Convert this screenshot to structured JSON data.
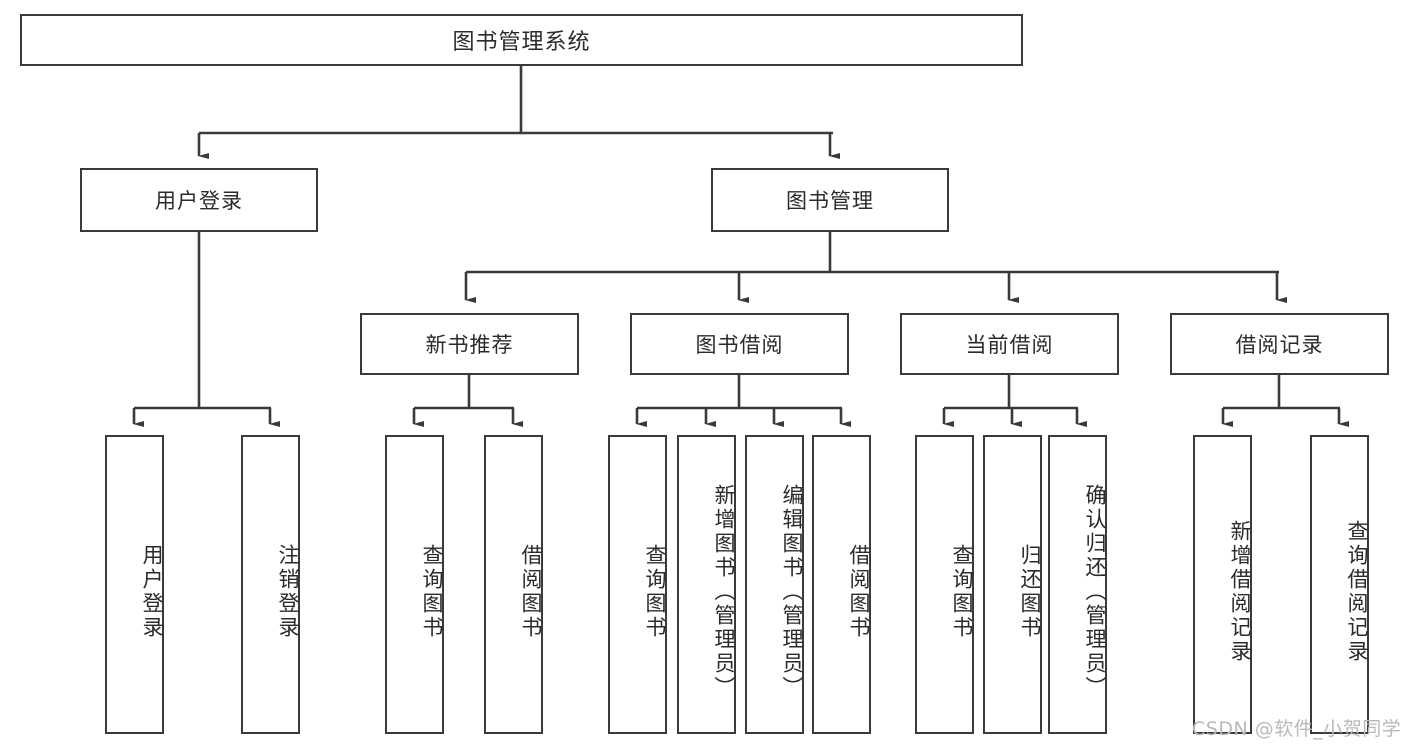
{
  "diagram": {
    "type": "tree-hierarchy-chart",
    "title_node": {
      "label": "图书管理系统"
    },
    "level2": [
      {
        "key": "user-login",
        "label": "用户登录"
      },
      {
        "key": "book-management",
        "label": "图书管理"
      }
    ],
    "level3": [
      {
        "key": "new-book-recommend",
        "label": "新书推荐"
      },
      {
        "key": "book-borrow",
        "label": "图书借阅"
      },
      {
        "key": "current-borrow",
        "label": "当前借阅"
      },
      {
        "key": "borrow-record",
        "label": "借阅记录"
      }
    ],
    "leaves": [
      {
        "key": "user-login-leaf",
        "label": "用户登录"
      },
      {
        "key": "logout-leaf",
        "label": "注销登录"
      },
      {
        "key": "query-book-recommend",
        "label": "查询图书"
      },
      {
        "key": "borrow-book-recommend",
        "label": "借阅图书"
      },
      {
        "key": "query-book-borrow",
        "label": "查询图书"
      },
      {
        "key": "add-book-admin",
        "label": "新增图书（管理员）"
      },
      {
        "key": "edit-book-admin",
        "label": "编辑图书（管理员）"
      },
      {
        "key": "borrow-book",
        "label": "借阅图书"
      },
      {
        "key": "query-book-current",
        "label": "查询图书"
      },
      {
        "key": "return-book",
        "label": "归还图书"
      },
      {
        "key": "confirm-return-admin",
        "label": "确认归还（管理员）"
      },
      {
        "key": "add-borrow-record",
        "label": "新增借阅记录"
      },
      {
        "key": "query-borrow-record",
        "label": "查询借阅记录"
      }
    ],
    "watermark": "CSDN @软件_小贺同学",
    "colors": {
      "border": "#3a3a3a",
      "text": "#2b2b2b",
      "background": "#ffffff",
      "watermark": "#b9b9b9"
    }
  }
}
